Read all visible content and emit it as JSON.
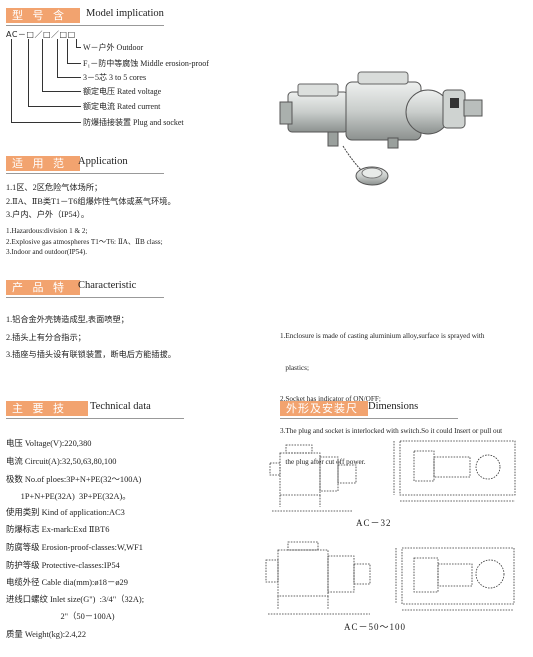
{
  "model": {
    "tag": "型 号 含 义",
    "title": "Model implication",
    "code": "AC－□／□／□□",
    "legend": [
      "W－户外  Outdoor",
      "F₁－防中等腐蚀  Middle erosion-proof",
      "3－5芯  3 to 5 cores",
      "额定电压   Rated voltage",
      "额定电流   Rated current",
      "防爆插接装置  Plug and socket"
    ]
  },
  "application": {
    "tag": "适 用 范 围",
    "title": "Application",
    "cn": [
      "1.1区、2区危险气体场所；",
      "2.ⅡA、ⅡB类T1－T6组爆炸性气体或蒸气环境。",
      "3.户内、户外（IP54）。"
    ],
    "en": [
      "1.Hazardous:division 1 & 2;",
      "2.Explosive gas atmospheres T1～T6: ⅡA、ⅡB class;",
      "3.Indoor and outdoor(IP54)."
    ]
  },
  "characteristic": {
    "tag": "产 品 特 点",
    "title": "Characteristic",
    "cn": [
      "1.铝合金外壳铸造成型,表面喷塑；",
      "2.插头上有分合指示；",
      "3.插座与插头设有联锁装置，断电后方能插拔。"
    ],
    "en": [
      "1.Enclosure is made of casting aluminium alloy,surface is sprayed with",
      "   plastics;",
      "2.Socket has indicator of ON/OFF;",
      "3.The plug and socket is interlocked with switch.So it could Insert or pull out",
      "   the plug after cut off power."
    ]
  },
  "technical": {
    "tag": "主 要 技 术 参 数",
    "title": "Technical data",
    "rows": [
      "电压 Voltage(V):220,380",
      "电流 Circuit(A):32,50,63,80,100",
      "极数 No.of ploes:3P+N+PE(32～100A)",
      "       1P+N+PE(32A)  3P+PE(32A)。",
      "使用类别 Kind of application:AC3",
      "防爆标志 Ex-mark:Exd ⅡBT6",
      "防腐等级 Erosion-proof-classes:W,WF1",
      "防护等级 Protective-classes:IP54",
      "电缆外径 Cable dia(mm):ø18－ø29",
      "进线口螺纹 Inlet size(G\")  :3/4\"（32A);",
      "                          2\"（50－100A)",
      "质量 Weight(kg):2.4,22"
    ]
  },
  "dimensions": {
    "tag": "外形及安装尺寸",
    "title": "Dimensions",
    "label1": "AC－32",
    "label2": "AC－50～100"
  },
  "colors": {
    "accent": "#f2a36f"
  }
}
